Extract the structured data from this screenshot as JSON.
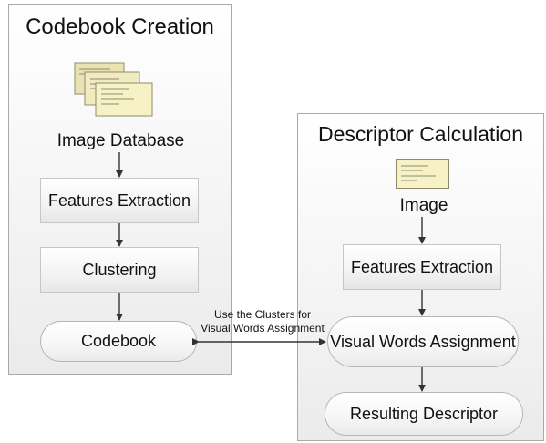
{
  "left_panel": {
    "title": "Codebook Creation",
    "image_label": "Image Database",
    "step1": "Features Extraction",
    "step2": "Clustering",
    "result": "Codebook"
  },
  "right_panel": {
    "title": "Descriptor Calculation",
    "image_label": "Image",
    "step1": "Features Extraction",
    "step2": "Visual Words Assignment",
    "result": "Resulting Descriptor"
  },
  "connector": {
    "line1": "Use the Clusters for",
    "line2": "Visual Words Assignment"
  },
  "colors": {
    "card_fill": "#f6f2c6",
    "card_border": "#8f8b6a",
    "arrow": "#333333"
  }
}
